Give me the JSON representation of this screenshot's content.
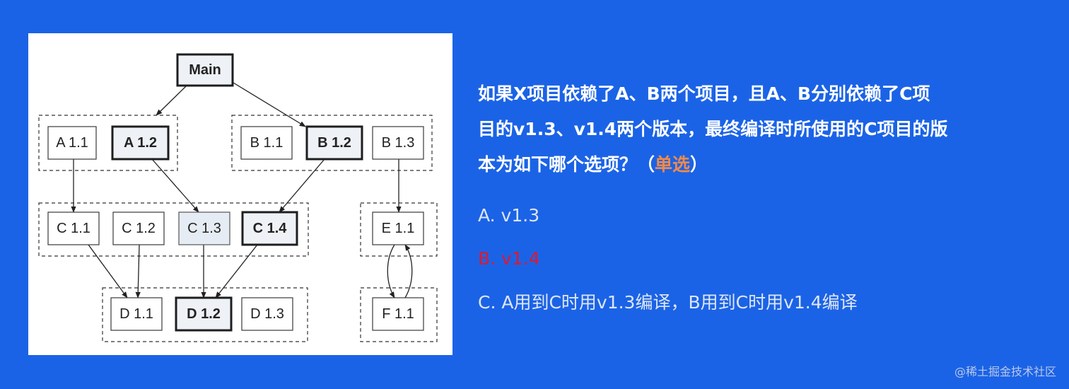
{
  "diagram": {
    "nodes": {
      "main": "Main",
      "a11": "A 1.1",
      "a12": "A 1.2",
      "b11": "B 1.1",
      "b12": "B 1.2",
      "b13": "B 1.3",
      "c11": "C 1.1",
      "c12": "C 1.2",
      "c13": "C 1.3",
      "c14": "C 1.4",
      "e11": "E 1.1",
      "d11": "D 1.1",
      "d12": "D 1.2",
      "d13": "D 1.3",
      "f11": "F 1.1"
    },
    "edges": [
      [
        "main",
        "a12"
      ],
      [
        "main",
        "b12"
      ],
      [
        "a11",
        "c11"
      ],
      [
        "a12",
        "c13"
      ],
      [
        "b12",
        "c14"
      ],
      [
        "b13",
        "e11"
      ],
      [
        "c11",
        "d11"
      ],
      [
        "c12",
        "d11"
      ],
      [
        "c13",
        "d12"
      ],
      [
        "c14",
        "d12"
      ],
      [
        "e11",
        "f11"
      ],
      [
        "f11",
        "e11"
      ]
    ]
  },
  "question": {
    "line1": "如果X项目依赖了A、B两个项目，且A、B分别依赖了C项",
    "line2": "目的v1.3、v1.4两个版本，最终编译时所使用的C项目的版",
    "line3_prefix": "本为如下哪个选项？（",
    "line3_tag": "单选",
    "line3_suffix": "）"
  },
  "options": {
    "a": "A. v1.3",
    "b": "B. v1.4",
    "c": "C. A用到C时用v1.3编译，B用到C时用v1.4编译"
  },
  "colors": {
    "background": "#1b63e6",
    "tag": "#f08a4b",
    "selected_option": "#e0182d"
  },
  "watermark": "@稀土掘金技术社区"
}
